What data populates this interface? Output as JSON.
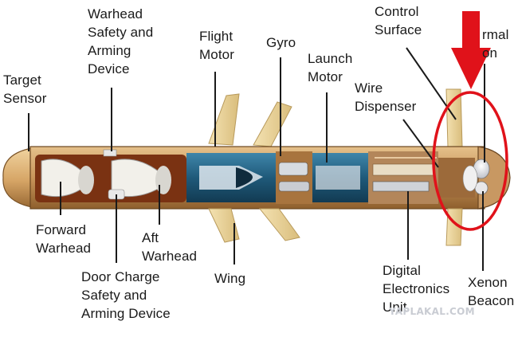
{
  "labels": {
    "target_sensor": "Target\nSensor",
    "warhead_safety_arming_device": "Warhead\nSafety and\nArming\nDevice",
    "flight_motor": "Flight\nMotor",
    "gyro": "Gyro",
    "launch_motor": "Launch\nMotor",
    "control_surface": "Control\nSurface",
    "thermal_beacon": "rmal\non",
    "wire_dispenser": "Wire\nDispenser",
    "forward_warhead": "Forward\nWarhead",
    "aft_warhead": "Aft\nWarhead",
    "door_charge_safety_arming_device": "Door Charge\nSafety and\nArming Device",
    "wing": "Wing",
    "digital_electronics_unit": "Digital\nElectronics\nUnit",
    "xenon_beacon": "Xenon\nBeacon"
  },
  "watermark": "YAPLAKAL.COM",
  "colors": {
    "body": "#c8955a",
    "cutaway_brown": "#7a3212",
    "wing": "#ead398",
    "motor_blue": "#1f5a7a",
    "highlight_red": "#e0121a",
    "leader_line": "#1a1a1a"
  }
}
